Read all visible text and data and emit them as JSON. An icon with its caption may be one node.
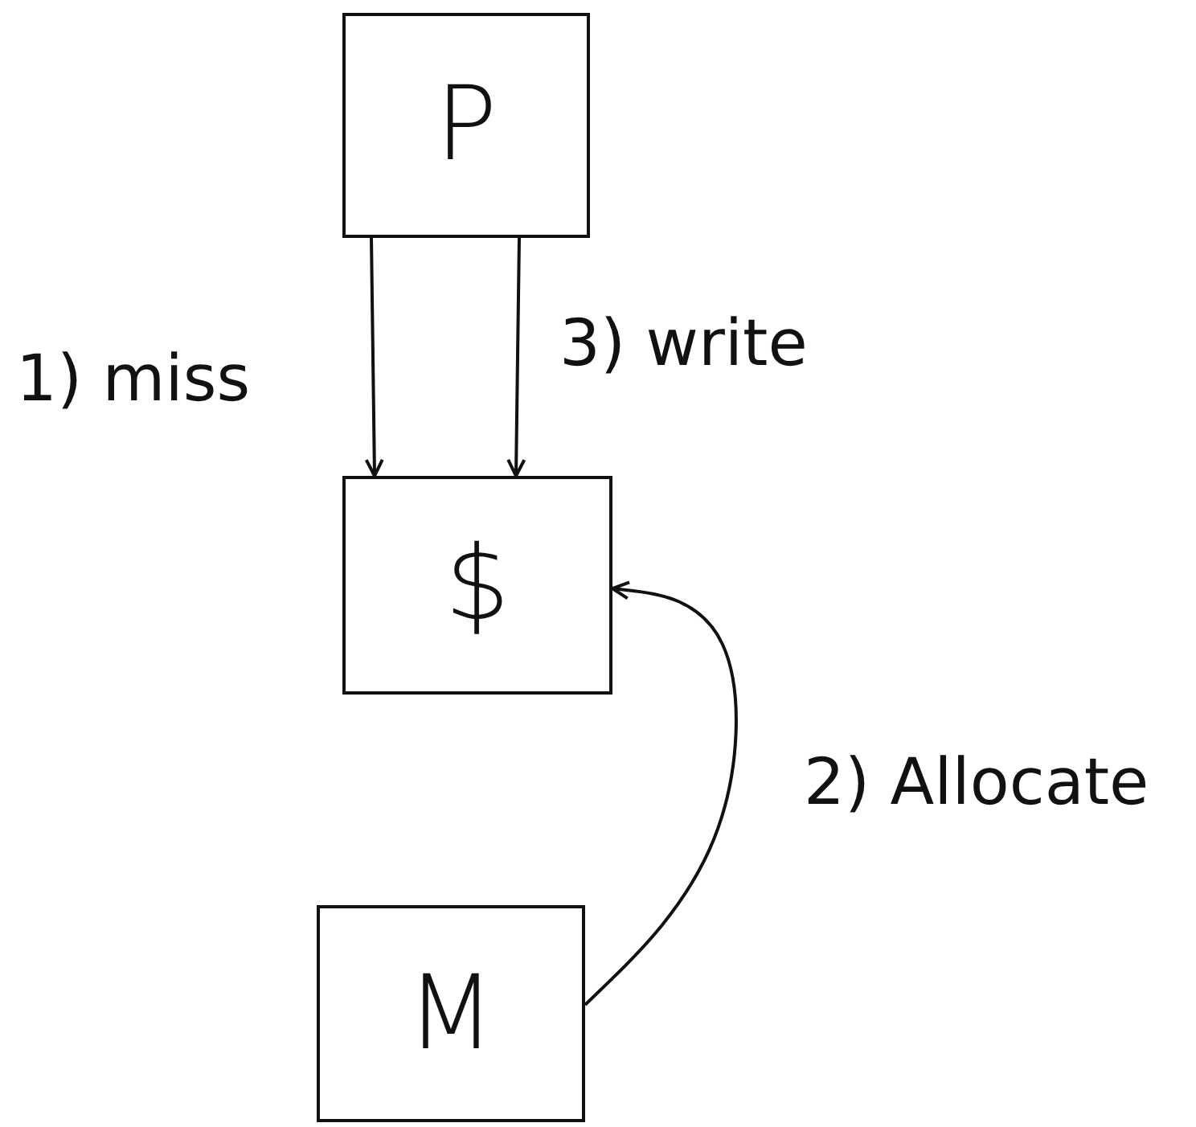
{
  "diagram": {
    "nodes": [
      {
        "text": [
          "P"
        ]
      },
      {
        "text": [
          "$"
        ]
      },
      {
        "text": [
          "M"
        ]
      }
    ],
    "edges": [
      {
        "from": 0,
        "to": 1,
        "arrow": "to",
        "label": "1) miss"
      },
      {
        "from": 2,
        "to": 1,
        "arrow": "to",
        "label": "2) Allocate"
      },
      {
        "from": 0,
        "to": 1,
        "arrow": "to",
        "label": "3) write"
      }
    ]
  }
}
